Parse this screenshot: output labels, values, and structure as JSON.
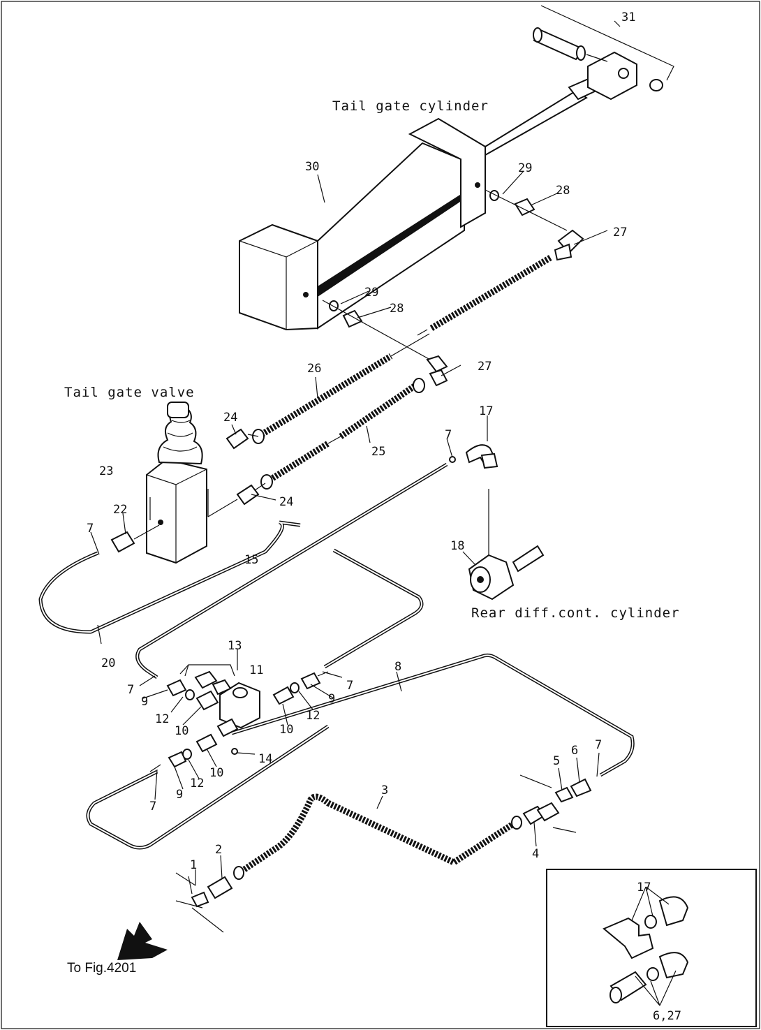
{
  "captions": {
    "tail_gate_cylinder": "Tail gate cylinder",
    "tail_gate_valve": "Tail gate valve",
    "rear_diff_cylinder": "Rear diff.cont. cylinder",
    "to_fig": "To Fig.4201"
  },
  "part_labels": {
    "p31": "31",
    "p30": "30",
    "p29a": "29",
    "p28a": "28",
    "p27a": "27",
    "p29b": "29",
    "p28b": "28",
    "p27b": "27",
    "p26": "26",
    "p25": "25",
    "p24a": "24",
    "p24b": "24",
    "p23": "23",
    "p22": "22",
    "p7a": "7",
    "p17": "17",
    "p7b": "7",
    "p18": "18",
    "p15": "15",
    "p20": "20",
    "p13": "13",
    "p11": "11",
    "p7c": "7",
    "p9a": "9",
    "p12a": "12",
    "p10a": "10",
    "p10b": "10",
    "p12b": "12",
    "p9b": "9",
    "p7d": "7",
    "p8": "8",
    "p14": "14",
    "p10c": "10",
    "p12c": "12",
    "p9c": "9",
    "p7e": "7",
    "p3": "3",
    "p5": "5",
    "p6": "6",
    "p7f": "7",
    "p4": "4",
    "p2": "2",
    "p1": "1",
    "inset_17": "17",
    "inset_627": "6,27"
  },
  "icons": {
    "direction_marker": "front-arrow-icon"
  }
}
